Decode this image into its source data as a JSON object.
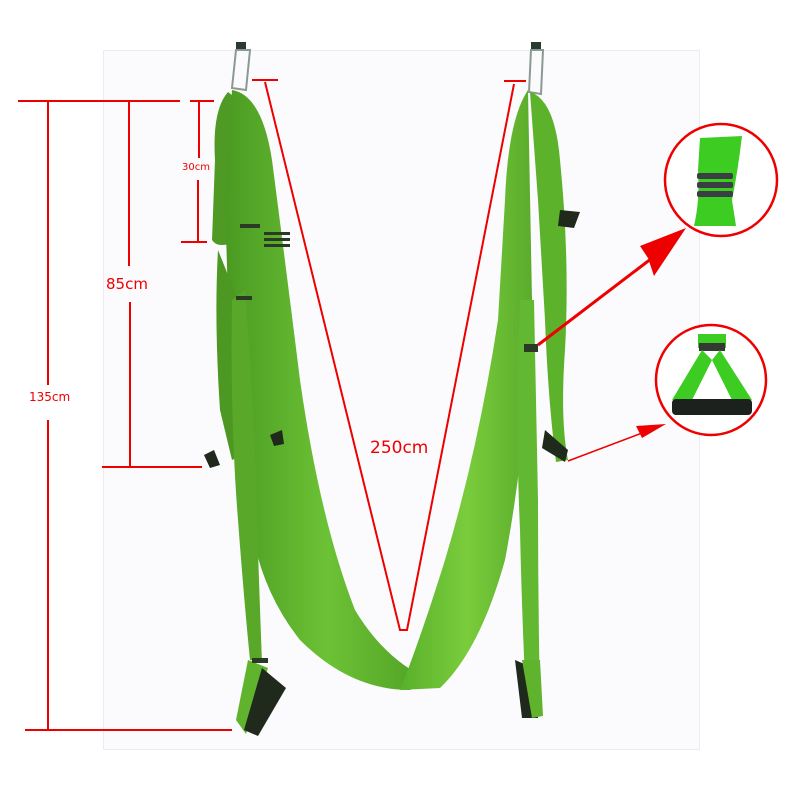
{
  "image": {
    "subject": "aerial yoga hammock",
    "fabric_color": "#5fb82e",
    "annotation_color": "#ee0000",
    "handle_color": "#1f2a1c"
  },
  "measurements": {
    "total_height": "135cm",
    "handle_length": "85cm",
    "top_loop": "30cm",
    "hammock_length": "250cm"
  },
  "callouts": [
    {
      "name": "daisy-chain-detail",
      "description": "buckle straps detail"
    },
    {
      "name": "handle-detail",
      "description": "foam handle detail"
    }
  ]
}
